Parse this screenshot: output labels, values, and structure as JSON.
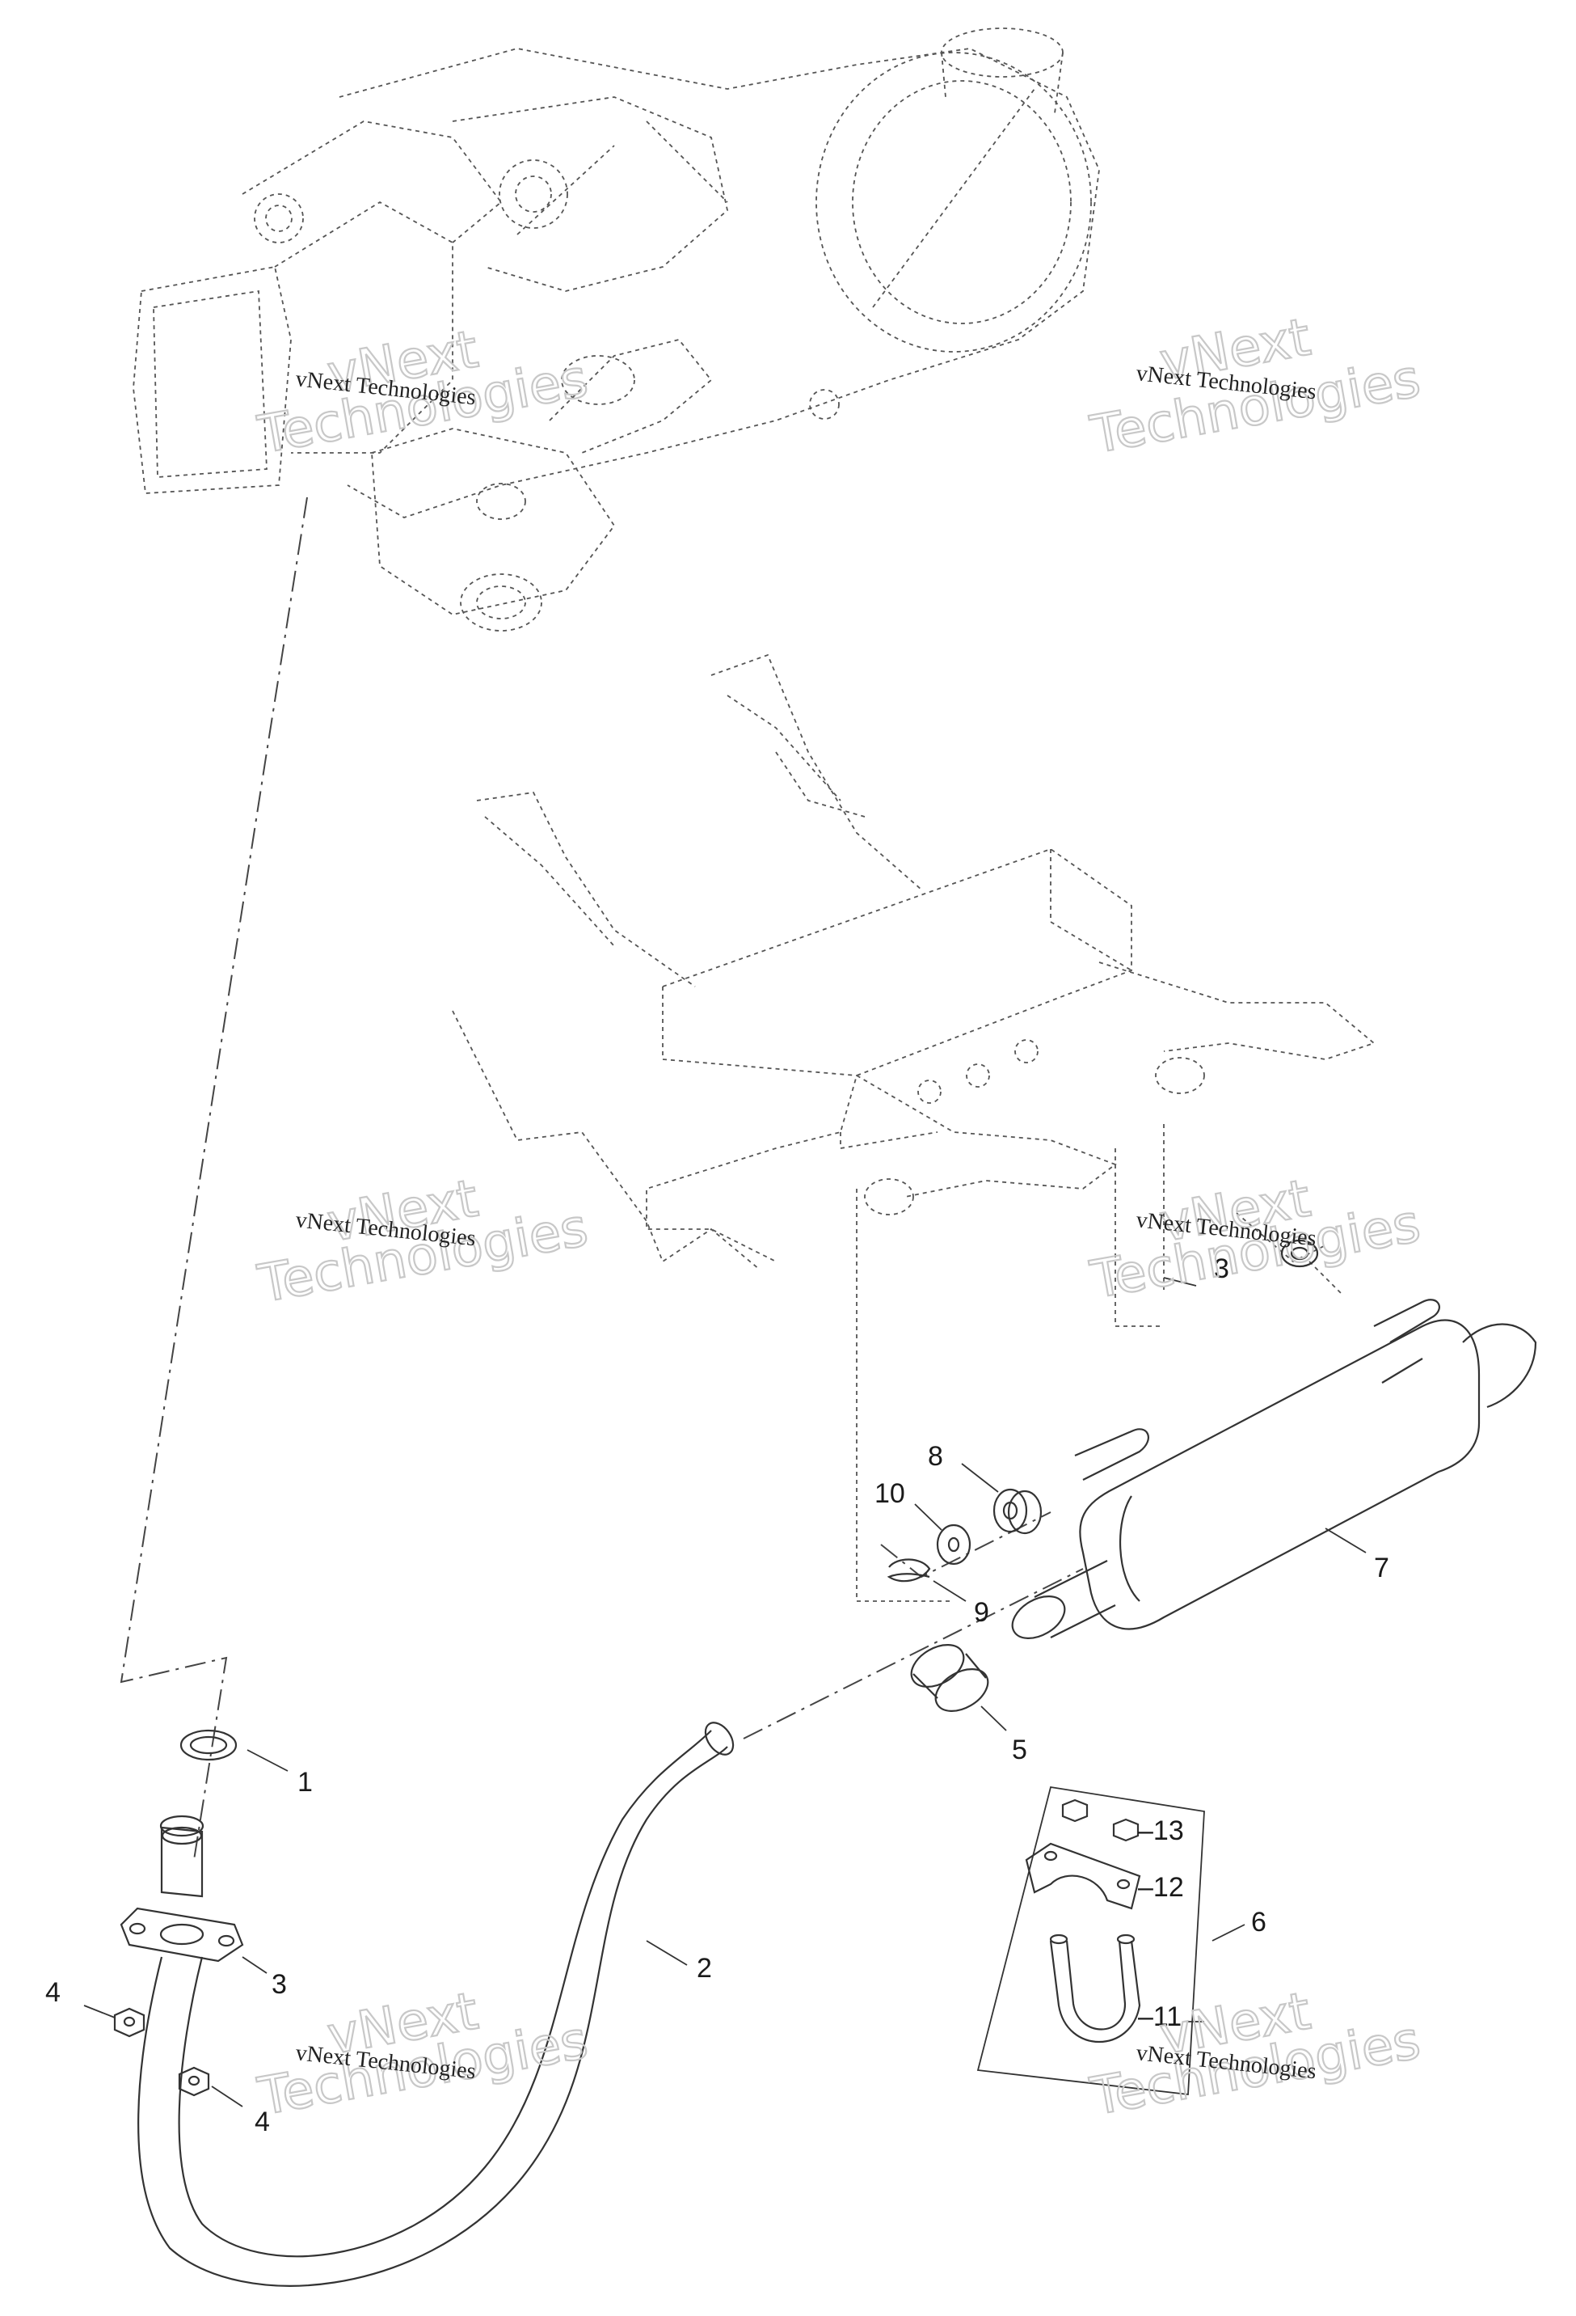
{
  "watermark": {
    "line_small": "vNext Technologies",
    "big_line1": "vNext",
    "big_line2": "Technologies"
  },
  "callouts": [
    {
      "id": "c1",
      "label": "1"
    },
    {
      "id": "c2",
      "label": "2"
    },
    {
      "id": "c3a",
      "label": "3"
    },
    {
      "id": "c3b",
      "label": "3"
    },
    {
      "id": "c4a",
      "label": "4"
    },
    {
      "id": "c4b",
      "label": "4"
    },
    {
      "id": "c5",
      "label": "5"
    },
    {
      "id": "c6",
      "label": "6"
    },
    {
      "id": "c7",
      "label": "7"
    },
    {
      "id": "c8",
      "label": "8"
    },
    {
      "id": "c9",
      "label": "9"
    },
    {
      "id": "c10",
      "label": "10"
    },
    {
      "id": "c11",
      "label": "–11"
    },
    {
      "id": "c12",
      "label": "–12"
    },
    {
      "id": "c13",
      "label": "–13"
    }
  ]
}
